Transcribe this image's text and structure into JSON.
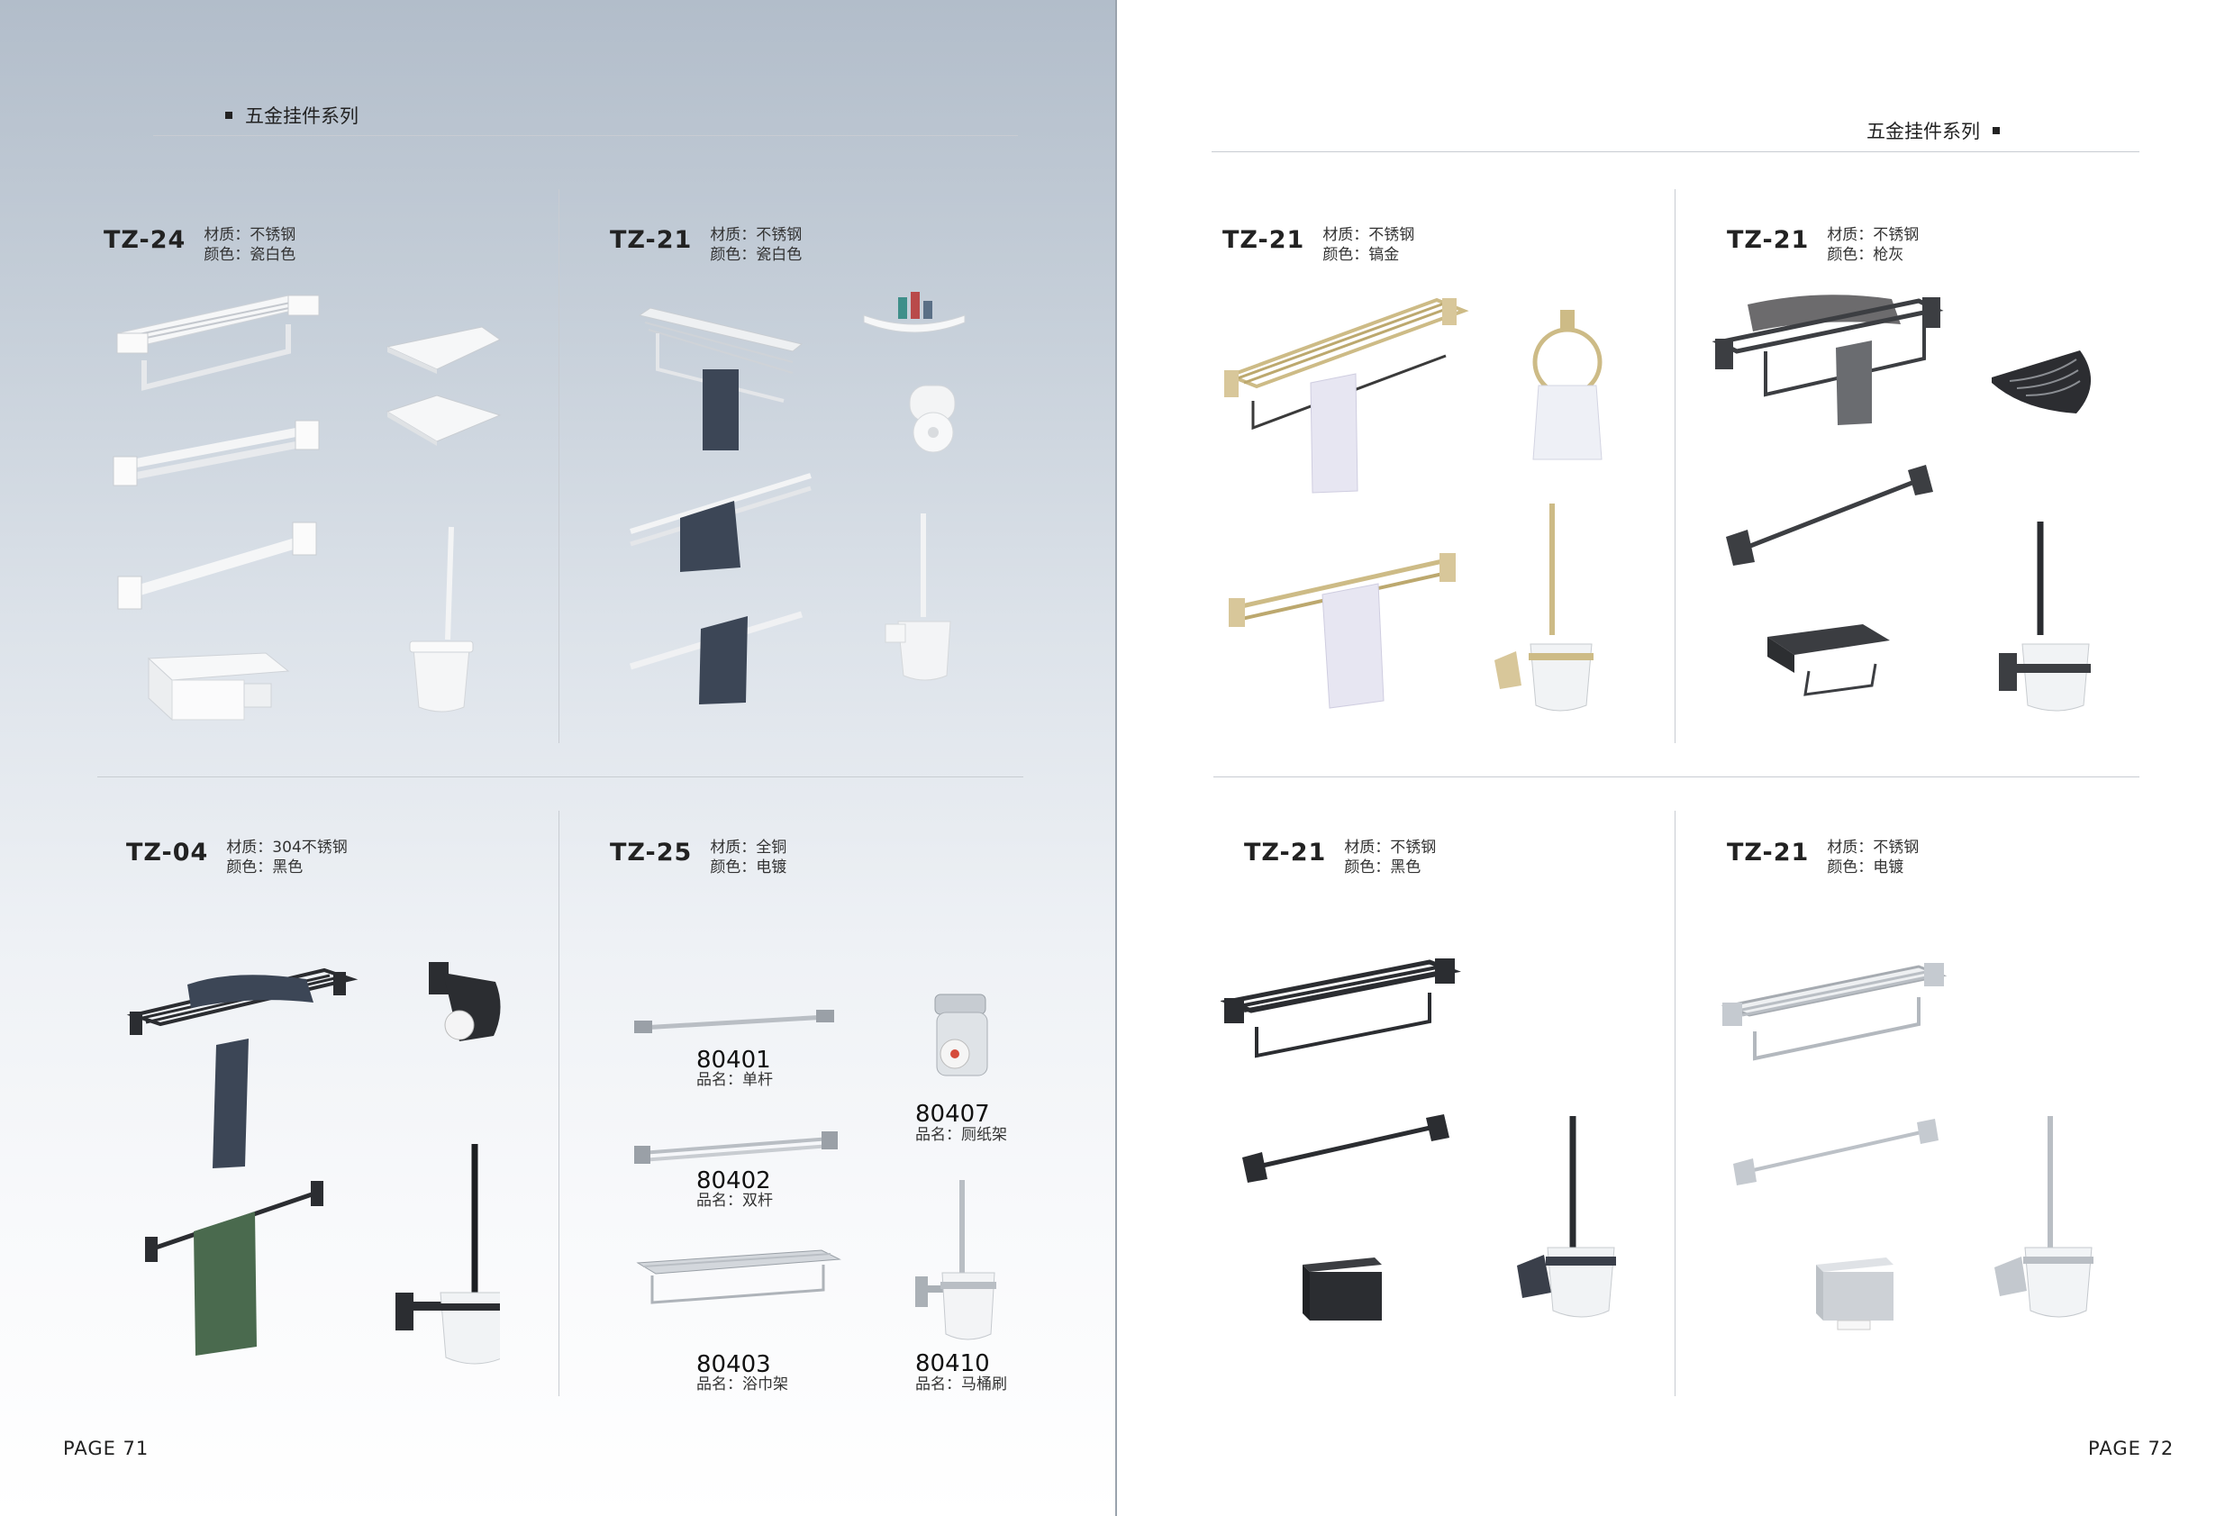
{
  "left_page": {
    "series_title": "五金挂件系列",
    "page_label": "PAGE  71",
    "blocks": [
      {
        "model": "TZ-24",
        "material": "材质：不锈钢",
        "color": "颜色：瓷白色"
      },
      {
        "model": "TZ-21",
        "material": "材质：不锈钢",
        "color": "颜色：瓷白色"
      },
      {
        "model": "TZ-04",
        "material": "材质：304不锈钢",
        "color": "颜色：黑色"
      },
      {
        "model": "TZ-25",
        "material": "材质：全铜",
        "color": "颜色：电镀",
        "products": [
          {
            "code": "80401",
            "name": "品名：单杆"
          },
          {
            "code": "80402",
            "name": "品名：双杆"
          },
          {
            "code": "80403",
            "name": "品名：浴巾架"
          },
          {
            "code": "80407",
            "name": "品名：厕纸架"
          },
          {
            "code": "80410",
            "name": "品名：马桶刷"
          }
        ]
      }
    ]
  },
  "right_page": {
    "series_title": "五金挂件系列",
    "page_label": "PAGE  72",
    "blocks": [
      {
        "model": "TZ-21",
        "material": "材质：不锈钢",
        "color": "颜色：镐金"
      },
      {
        "model": "TZ-21",
        "material": "材质：不锈钢",
        "color": "颜色：枪灰"
      },
      {
        "model": "TZ-21",
        "material": "材质：不锈钢",
        "color": "颜色：黑色"
      },
      {
        "model": "TZ-21",
        "material": "材质：不锈钢",
        "color": "颜色：电镀"
      }
    ]
  },
  "colors": {
    "white_finish": "#f4f5f6",
    "gold_finish": "#cdbb86",
    "gunmetal_finish": "#3c3e42",
    "black_finish": "#2b2d31",
    "chrome_finish": "#b9bec4",
    "towel_navy": "#3c4656",
    "towel_green": "#4a6a4e",
    "towel_white": "#e7e6f2"
  }
}
